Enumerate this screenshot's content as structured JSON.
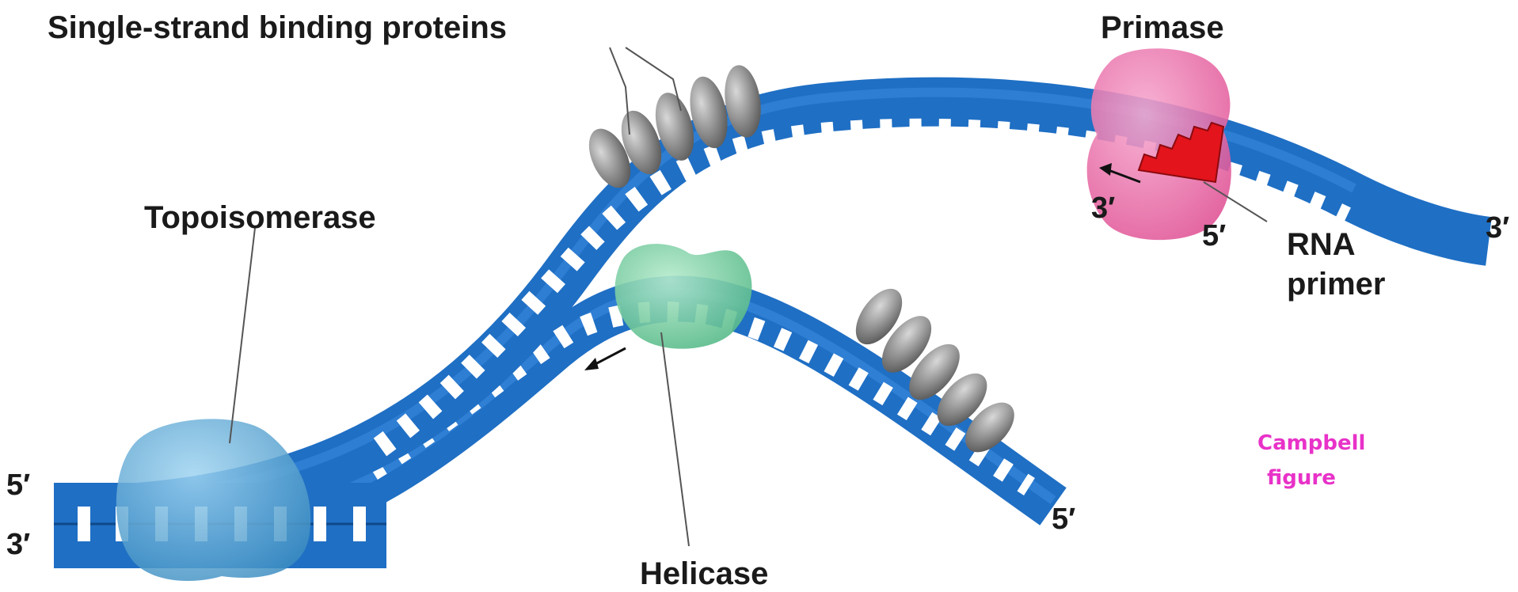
{
  "labels": {
    "ssb": "Single-strand binding proteins",
    "primase": "Primase",
    "topoisomerase": "Topoisomerase",
    "helicase": "Helicase",
    "rna_primer_line1": "RNA",
    "rna_primer_line2": "primer"
  },
  "strand_ends": {
    "left_top": "5′",
    "left_bottom": "3′",
    "upper_right": "3′",
    "lower_right": "5′",
    "primer_3": "3′",
    "primer_5": "5′"
  },
  "credit": {
    "line1": "Campbell",
    "line2": "figure",
    "color": "#e832c8"
  },
  "colors": {
    "dna": "#1f6fc4",
    "dna_light": "#3a8be0",
    "primase": "#e8609e",
    "rna_primer": "#e3141c",
    "helicase": "#6cc79a",
    "topoisomerase": "#5aa9d6",
    "ssb": "#8a8a8a"
  }
}
